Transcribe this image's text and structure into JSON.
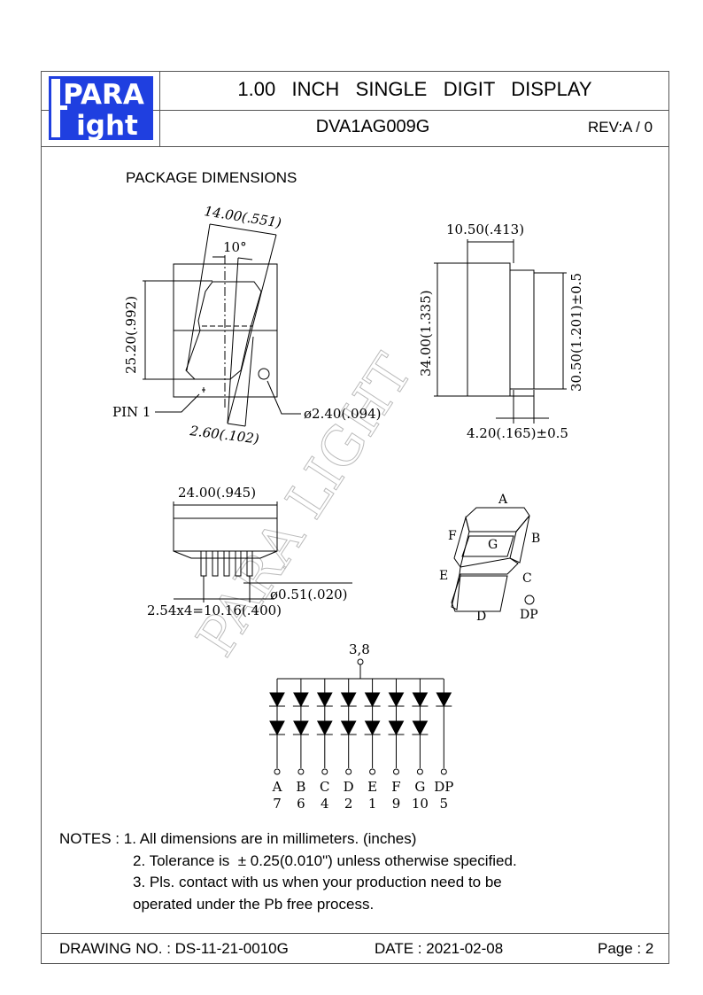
{
  "logo": {
    "line1": "PARA",
    "line2": "ight",
    "brand_color": "#1f3fe0"
  },
  "header": {
    "title": "1.00   INCH   SINGLE   DIGIT   DISPLAY",
    "model": "DVA1AG009G",
    "rev": "REV:A / 0"
  },
  "section_title": "PACKAGE DIMENSIONS",
  "front_view": {
    "width": "14.00(.551)",
    "angle": "10°",
    "height": "25.20(.992)",
    "pin1": "PIN 1",
    "hole": "ø2.40(.094)",
    "segment": "2.60(.102)"
  },
  "side_view": {
    "width": "10.50(.413)",
    "height": "34.00(1.335)",
    "pin_span": "30.50(1.201)±0.5",
    "pin_len": "4.20(.165)±0.5"
  },
  "bottom_view": {
    "width": "24.00(.945)",
    "pin_dia": "ø0.51(.020)",
    "pitch": "2.54x4=10.16(.400)"
  },
  "segments": {
    "A": "A",
    "B": "B",
    "C": "C",
    "D": "D",
    "E": "E",
    "F": "F",
    "G": "G",
    "DP": "DP"
  },
  "circuit": {
    "common": "3,8",
    "pins": [
      {
        "seg": "A",
        "pin": "7"
      },
      {
        "seg": "B",
        "pin": "6"
      },
      {
        "seg": "C",
        "pin": "4"
      },
      {
        "seg": "D",
        "pin": "2"
      },
      {
        "seg": "E",
        "pin": "1"
      },
      {
        "seg": "F",
        "pin": "9"
      },
      {
        "seg": "G",
        "pin": "10"
      },
      {
        "seg": "DP",
        "pin": "5"
      }
    ]
  },
  "watermark": "PARA LIGHT",
  "notes": {
    "label": "NOTES :",
    "n1": "1. All dimensions are in millimeters. (inches)",
    "n2": "2. Tolerance is  ± 0.25(0.010\") unless otherwise specified.",
    "n3": "3. Pls. contact with us when your production need to be",
    "n3b": "operated under the Pb free process."
  },
  "footer": {
    "drawing": "DRAWING NO. : DS-11-21-0010G",
    "date": "DATE : 2021-02-08",
    "page": "Page : 2"
  }
}
